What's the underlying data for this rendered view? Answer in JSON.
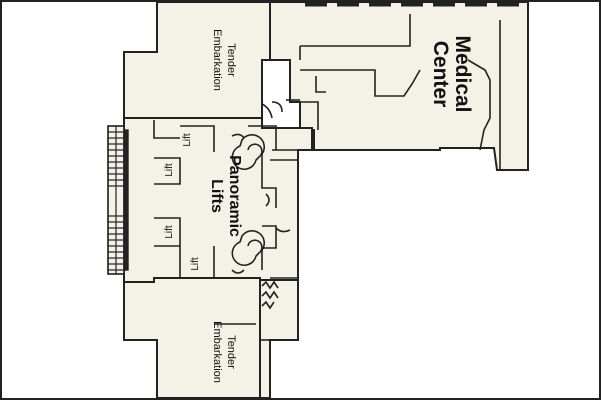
{
  "labels": {
    "tender_top": "Tender Embarkation",
    "tender_bottom": "Tender Embarkation",
    "medical": [
      "Medical",
      "Center"
    ],
    "panoramic": [
      "Panoramic",
      "Lifts"
    ],
    "lift": "Lift"
  },
  "colors": {
    "floor": "#f4f2e6",
    "wall": "#222222",
    "background": "#ffffff"
  }
}
